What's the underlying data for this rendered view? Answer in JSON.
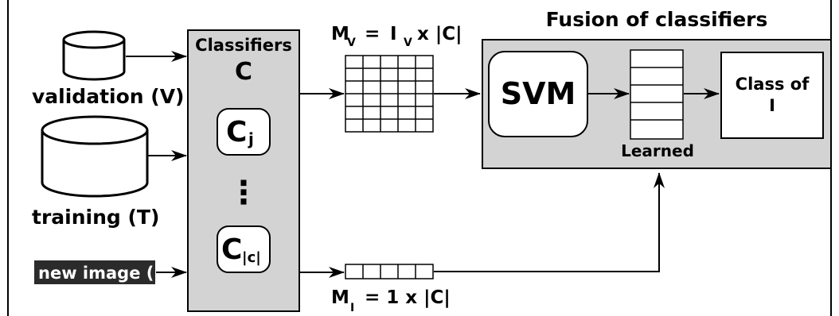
{
  "databases": {
    "validation_label": "validation (V)",
    "training_label": "training (T)"
  },
  "new_image": {
    "label": "new image (I)"
  },
  "classifiers": {
    "title": "Classifiers",
    "set_symbol": "C",
    "item_j": {
      "base": "C",
      "sub": "j"
    },
    "ellipsis": "⋮",
    "item_last": {
      "base": "C",
      "sub": "|c|"
    }
  },
  "matrix_v": {
    "label_m": "M",
    "label_m_sub": "V",
    "label_eq": "=",
    "label_i": "I",
    "label_i_sub": "V",
    "label_rest": "x |C|"
  },
  "matrix_i": {
    "label_m": "M",
    "label_m_sub": "I",
    "label_rest": "= 1 x |C|"
  },
  "fusion": {
    "title": "Fusion of classifiers",
    "svm_label": "SVM",
    "learned_label": "Learned",
    "class_line1": "Class of",
    "class_line2": "I"
  },
  "colors": {
    "panel_fill": "#d3d3d3",
    "new_image_bg": "#2b2b2b",
    "stroke": "#000000"
  }
}
